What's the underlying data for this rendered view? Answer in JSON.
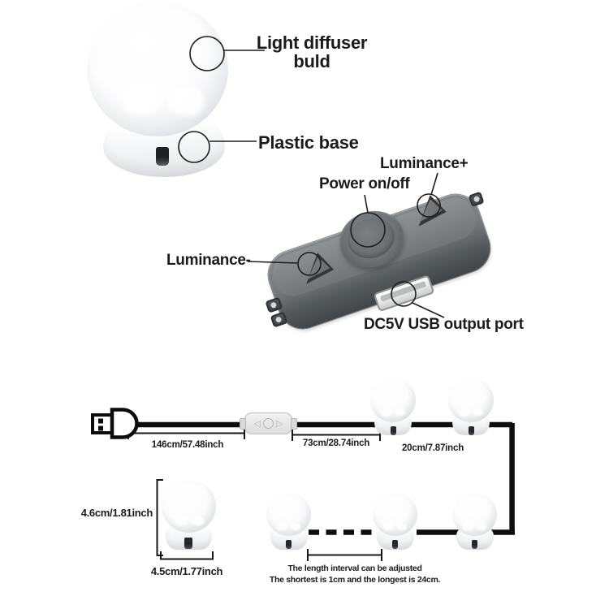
{
  "hero": {
    "callout_diffuser_line1": "Light diffuser",
    "callout_diffuser_line2": "buld",
    "callout_base": "Plastic base"
  },
  "controller": {
    "label_luminance_plus": "Luminance+",
    "label_power": "Power on/off",
    "label_luminance_minus": "Luminance-",
    "label_usb_port": "DC5V USB output port"
  },
  "string_diagram": {
    "length_usb_to_controller": "146cm/57.48inch",
    "length_controller_to_first_bulb": "73cm/28.74inch",
    "length_between_bulbs": "20cm/7.87inch",
    "bulb_height": "4.6cm/1.81inch",
    "bulb_width": "4.5cm/1.77inch",
    "note_line1": "The length interval can be adjusted",
    "note_line2": "The shortest is 1cm and the longest is 24cm."
  },
  "icons": {
    "mini_controller_left": "◁",
    "mini_controller_right": "▷"
  },
  "colors": {
    "cable": "#0d0d0d",
    "callout_line": "#1c1c1c",
    "controller_body": "#6b6e71",
    "text": "#1b1b1b",
    "background": "#ffffff"
  }
}
